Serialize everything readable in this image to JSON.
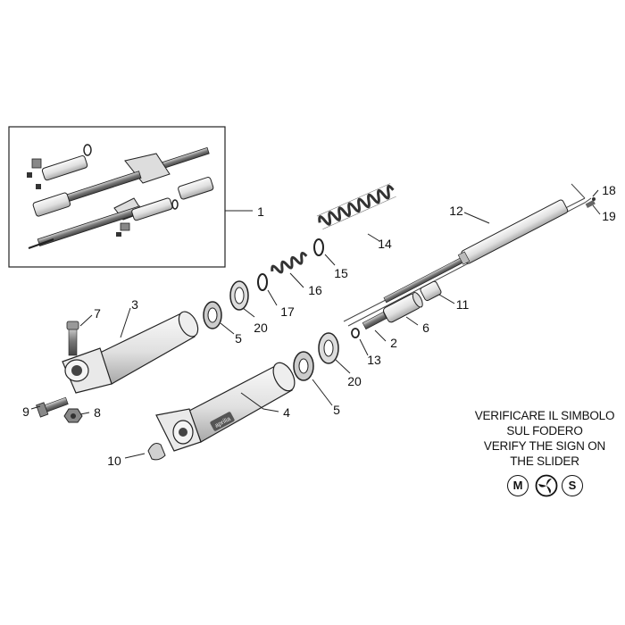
{
  "callouts": {
    "c1": "1",
    "c2": "2",
    "c3": "3",
    "c4": "4",
    "c5a": "5",
    "c5b": "5",
    "c6": "6",
    "c7": "7",
    "c8": "8",
    "c9": "9",
    "c10": "10",
    "c11": "11",
    "c12": "12",
    "c13": "13",
    "c14": "14",
    "c15": "15",
    "c16": "16",
    "c17": "17",
    "c18": "18",
    "c19": "19",
    "c20a": "20",
    "c20b": "20"
  },
  "note": {
    "line1": "VERIFICARE IL SIMBOLO",
    "line2": "SUL FODERO",
    "line3": "VERIFY THE SIGN ON",
    "line4": "THE SLIDER"
  },
  "symbols": {
    "m": "M",
    "s": "S",
    "spiral_icon": "triskelion-icon"
  },
  "slider_logo": "aprilia",
  "colors": {
    "ink": "#111111",
    "part": "#e4e4e4",
    "part_dark": "#9a9a9a"
  }
}
